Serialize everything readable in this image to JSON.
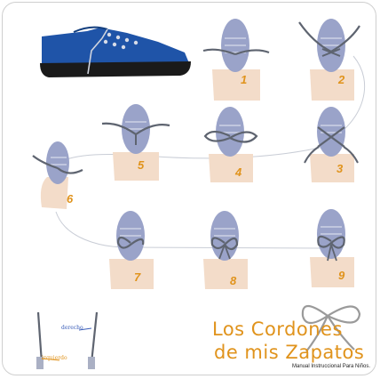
{
  "steps": [
    "1",
    "2",
    "3",
    "4",
    "5",
    "6",
    "7",
    "8",
    "9"
  ],
  "title": {
    "line1": "Los Cordones",
    "line2": "de mis Zapatos"
  },
  "subtitle": "Manual Instruccional Para Niños.",
  "lace_labels": {
    "right": "derecho",
    "left": "izquierdo"
  },
  "colors": {
    "shoe": "#1f54a8",
    "sole": "#1a1a1a",
    "toe": "#9aa3c9",
    "foot": "#f3dcc9",
    "lace": "#5e6470",
    "accent": "#e0931c"
  }
}
